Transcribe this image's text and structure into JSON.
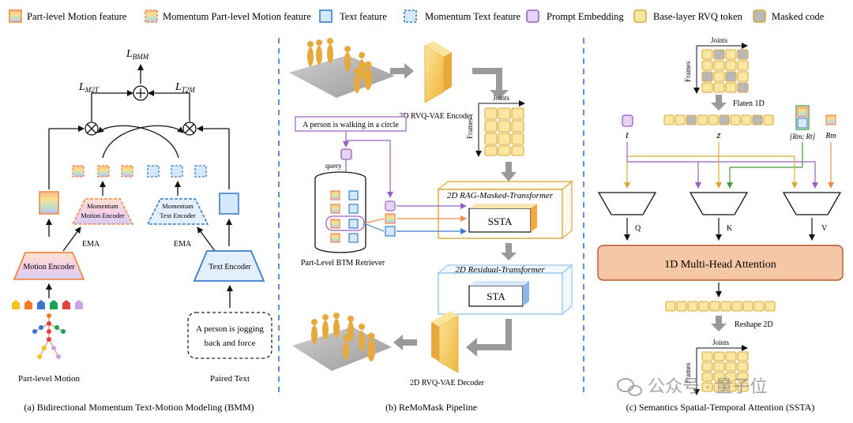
{
  "legend": {
    "part_motion": "Part-level Motion feature",
    "momentum_part_motion": "Momentum Part-level Motion feature",
    "text_feature": "Text feature",
    "momentum_text": "Momentum Text feature",
    "prompt_embedding": "Prompt Embedding",
    "base_rvq": "Base-layer RVQ token",
    "masked_code": "Masked code"
  },
  "bmm": {
    "l_bmm": "L",
    "l_bmm_sub": "BMM",
    "l_m2t": "L",
    "l_m2t_sub": "M2T",
    "l_t2m": "L",
    "l_t2m_sub": "T2M",
    "momentum_motion_encoder": [
      "Momentum",
      "Motion Encoder"
    ],
    "momentum_text_encoder": [
      "Momentum",
      "Text Encoder"
    ],
    "ema_left": "EMA",
    "ema_right": "EMA",
    "motion_encoder": "Motion Encoder",
    "text_encoder": "Text Encoder",
    "paired_text_lines": [
      "A person is jogging",
      "back and force"
    ],
    "part_level_motion": "Part-level Motion",
    "paired_text": "Paired Text",
    "caption": "(a) Bidirectional Momentum Text-Motion Modeling (BMM)"
  },
  "pipeline": {
    "encoder": "2D RVQ-VAE Encoder",
    "joints": "Joints",
    "frames": "Frames",
    "prompt": "A person is walking in a circle",
    "query": "query",
    "retriever": "Part-Level BTM Retriever",
    "rag_transformer": "2D RAG-Masked-Transformer",
    "ssta": "SSTA",
    "residual_transformer": "2D Residual-Transformer",
    "sta": "STA",
    "decoder": "2D RVQ-VAE Decoder",
    "caption": "(b) ReMoMask Pipeline"
  },
  "ssta": {
    "joints_top": "Joints",
    "frames_top": "Frames",
    "flatten": "Flaten 1D",
    "t": "t",
    "z": "z",
    "rm_rt": "[R",
    "rm_rt_full": "[Rm; Rt]",
    "rm": "Rm",
    "q": "Q",
    "k": "K",
    "v": "V",
    "attention": "1D Multi-Head Attention",
    "reshape": "Reshape 2D",
    "joints_bottom": "Joints",
    "frames_bottom": "Frames",
    "caption": "(c) Semantics Spatial-Temporal Attention (SSTA)"
  },
  "watermark": "公众号 · 量子位",
  "colors": {
    "orange": "#f08a4b",
    "blue": "#3a7ec6",
    "purple": "#9b5fc0",
    "yellow_fill": "#fbe6a2",
    "yellow_stroke": "#d8a93a",
    "gray": "#b8b8b8",
    "attention_fill": "#f6c7a6",
    "divider": "#3a6fd0"
  }
}
